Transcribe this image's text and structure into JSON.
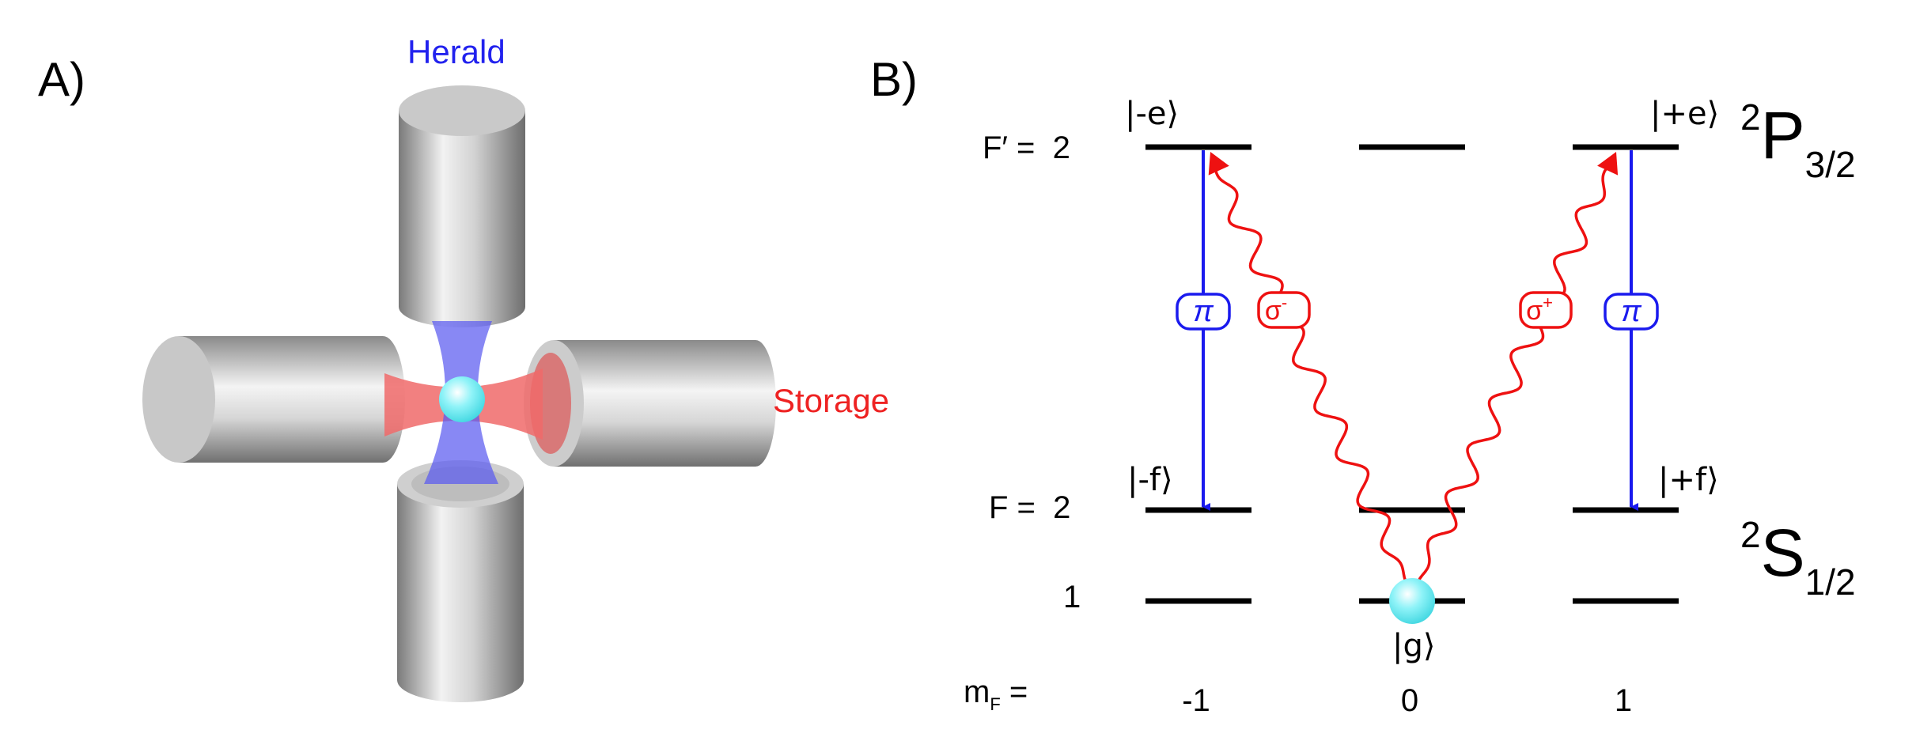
{
  "panel_a": {
    "label": "A)",
    "herald_label": "Herald",
    "storage_label": "Storage"
  },
  "panel_b": {
    "label": "B)",
    "row_labels": {
      "f_prime_2": "F′ =  2",
      "f_2": "F =  2",
      "f_1": "1",
      "mf_prefix": "m",
      "mf_sub": "F",
      "mf_suffix": " ="
    },
    "mf_values": [
      "-1",
      "0",
      "1"
    ],
    "state_labels": {
      "minus_e": "|-e⟩",
      "plus_e": "|+e⟩",
      "minus_f": "|-f⟩",
      "plus_f": "|+f⟩",
      "g": "|g⟩"
    },
    "term_p": {
      "sup": "2",
      "main": "P",
      "sub": "3/2"
    },
    "term_s": {
      "sup": "2",
      "main": "S",
      "sub": "1/2"
    },
    "transitions": {
      "pi_left": "π",
      "pi_right": "π",
      "sigma_minus_base": "σ",
      "sigma_minus_sup": "-",
      "sigma_plus_base": "σ",
      "sigma_plus_sup": "+"
    }
  },
  "colors": {
    "herald_blue": "#2222ee",
    "storage_red": "#ee2222",
    "pi_arrow": "#1a1aee",
    "sigma_wave": "#ee1111",
    "ion": "#7ff0f5",
    "level_line": "#000000"
  }
}
